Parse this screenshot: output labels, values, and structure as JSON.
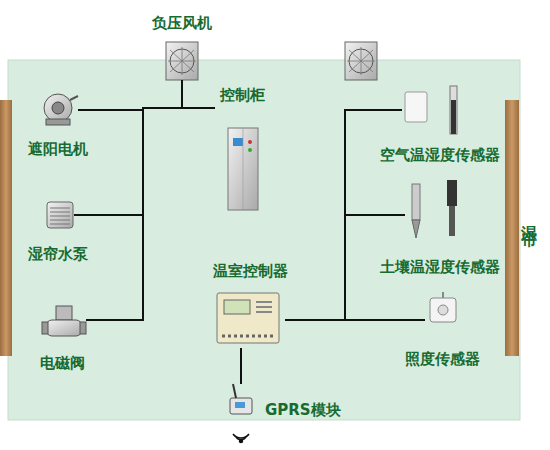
{
  "diagram": {
    "nodes": [
      {
        "text": [
          "控制柜"
        ]
      },
      {
        "text": [
          "遮阳电机"
        ]
      },
      {
        "text": [
          "湿帘水泵"
        ]
      },
      {
        "text": [
          "电磁阀"
        ]
      },
      {
        "text": [
          "温室控制器"
        ]
      },
      {
        "text": [
          "空气温湿度传感器"
        ]
      },
      {
        "text": [
          "土壤温湿度传感器"
        ]
      },
      {
        "text": [
          "照度传感器"
        ]
      },
      {
        "text": [
          "GPRS模块"
        ]
      }
    ],
    "edges": [
      {
        "from": 0,
        "to": 1,
        "arrow": "none"
      },
      {
        "from": 0,
        "to": 2,
        "arrow": "none"
      },
      {
        "from": 0,
        "to": 3,
        "arrow": "none"
      },
      {
        "from": 4,
        "to": 5,
        "arrow": "none"
      },
      {
        "from": 4,
        "to": 6,
        "arrow": "none"
      },
      {
        "from": 4,
        "to": 7,
        "arrow": "none"
      },
      {
        "from": 4,
        "to": 8,
        "arrow": "none"
      }
    ],
    "labels": [
      "负压风机",
      "湿帘"
    ]
  }
}
